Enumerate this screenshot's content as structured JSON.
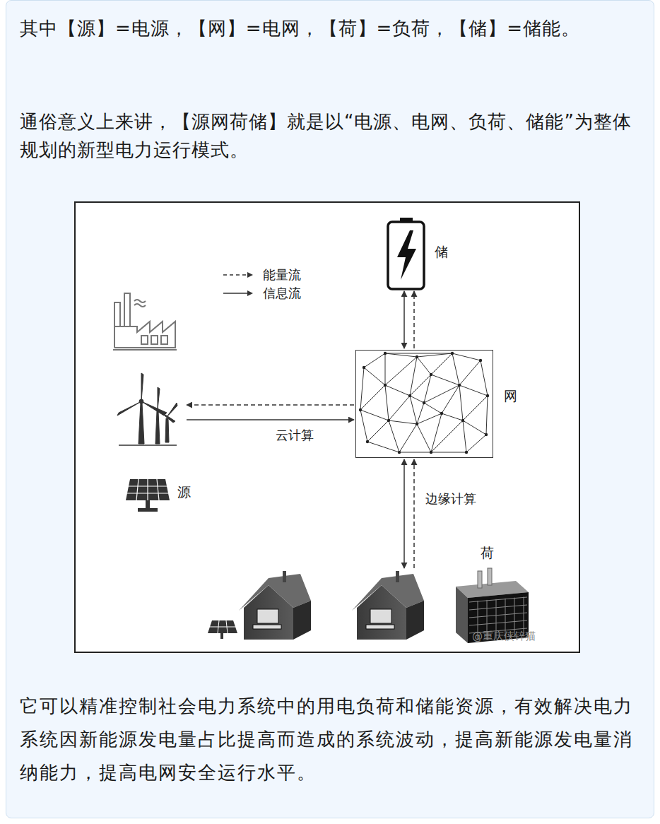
{
  "diagram": {
    "nodes": [
      {
        "text": [
          "储"
        ]
      },
      {
        "text": [
          "源"
        ]
      },
      {
        "text": [
          "网"
        ]
      },
      {
        "text": [
          "荷"
        ]
      }
    ],
    "edges": [
      {
        "from": 2,
        "to": 0,
        "arrow": "to"
      },
      {
        "from": 2,
        "to": 0,
        "arrow": "both"
      },
      {
        "from": 2,
        "to": 1,
        "arrow": "to"
      },
      {
        "from": 1,
        "to": 2,
        "label": "云计算",
        "arrow": "to"
      },
      {
        "from": 3,
        "to": 2,
        "label": "边缘计算",
        "arrow": "to"
      },
      {
        "from": 2,
        "to": 3,
        "arrow": "both"
      }
    ],
    "labels": [
      "其中【源】=电源，【网】=电网，【荷】=负荷，【储】=储能。",
      "通俗意义上来讲，【源网荷储】就是以“电源、电网、负荷、储能”为整体规划的新型电力运行模式。",
      "它可以精准控制社会电力系统中的用电负荷和储能资源，有效解决电力系统因新能源发电量占比提高而造成的系统波动，提高新能源发电量消纳能力，提高电网安全运行水平。",
      "@重庆侠锌猫"
    ],
    "legend": [
      {
        "text": "能量流"
      },
      {
        "text": "信息流"
      }
    ]
  }
}
